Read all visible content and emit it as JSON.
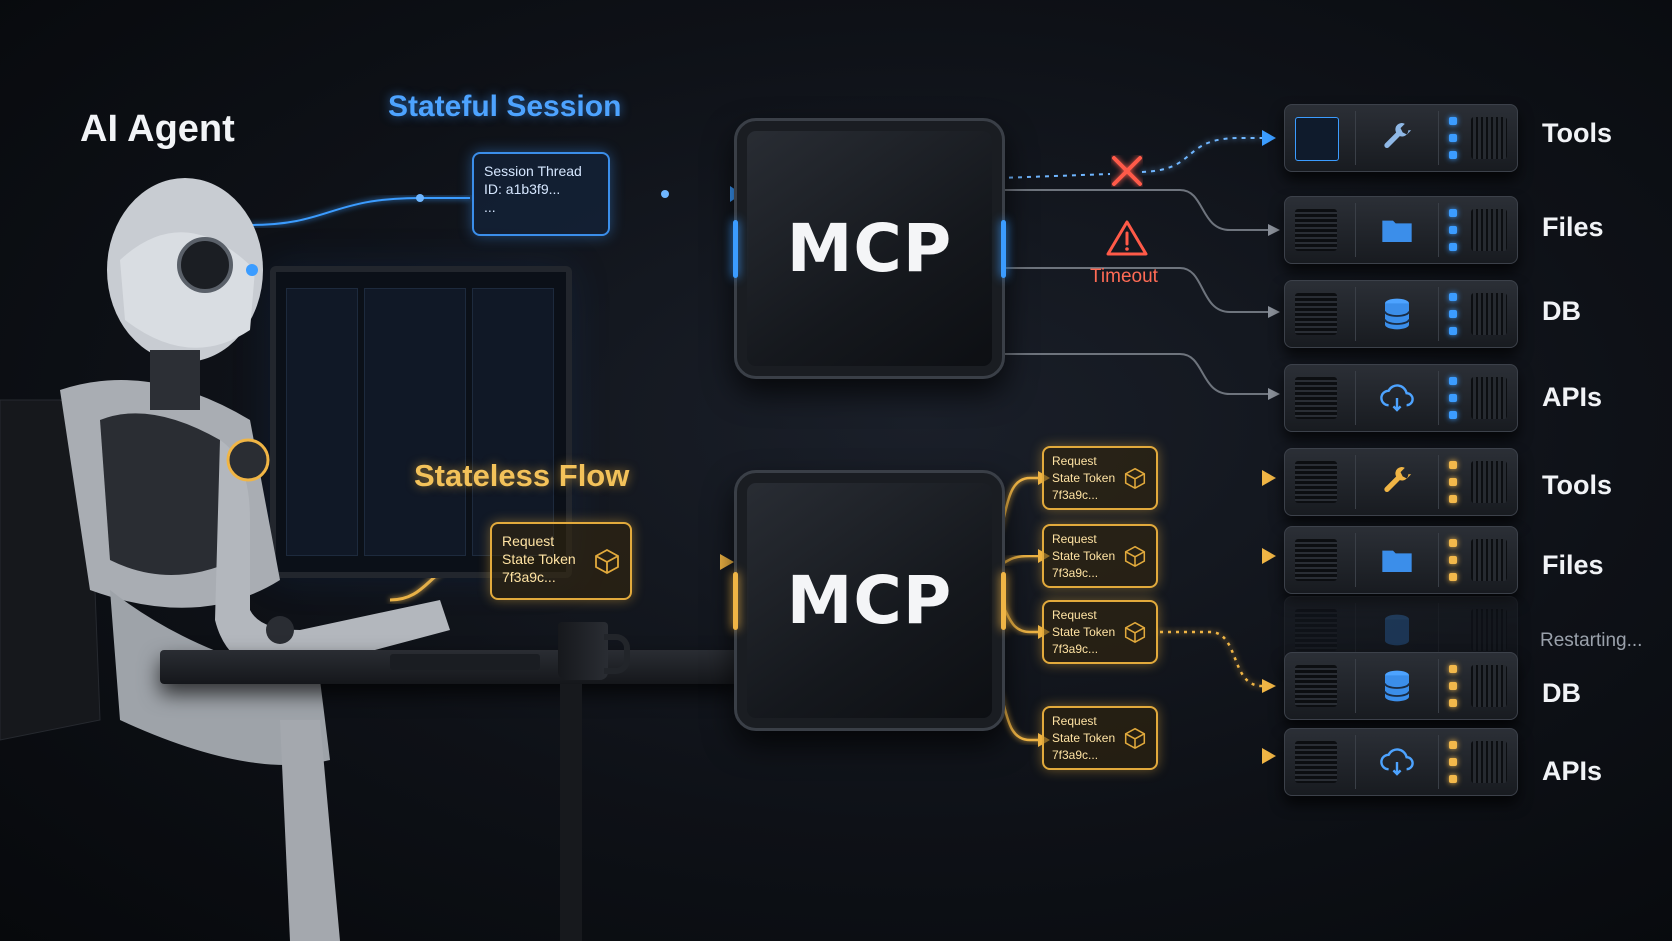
{
  "headings": {
    "agent": "AI Agent",
    "stateful": "Stateful Session",
    "stateless": "Stateless Flow"
  },
  "session_card": {
    "line1": "Session Thread",
    "line2": "ID: a1b3f9...",
    "line3": "..."
  },
  "request_card": {
    "line1": "Request",
    "line2": "State Token",
    "line3": "7f3a9c..."
  },
  "mcp": {
    "top_label": "MCP",
    "bottom_label": "MCP"
  },
  "stateful_servers": [
    {
      "label": "Tools",
      "icon": "wrench-icon"
    },
    {
      "label": "Files",
      "icon": "folder-icon"
    },
    {
      "label": "DB",
      "icon": "database-icon"
    },
    {
      "label": "APIs",
      "icon": "cloud-sync-icon"
    }
  ],
  "stateless_servers": [
    {
      "label": "Tools",
      "icon": "wrench-icon"
    },
    {
      "label": "Files",
      "icon": "folder-icon"
    },
    {
      "label": "DB",
      "icon": "database-icon"
    },
    {
      "label": "APIs",
      "icon": "cloud-sync-icon"
    }
  ],
  "status": {
    "timeout": "Timeout",
    "restarting": "Restarting..."
  },
  "colors": {
    "stateful_accent": "#3b9cff",
    "stateless_accent": "#f0b545",
    "error": "#ff5a48",
    "background": "#0e1117"
  }
}
